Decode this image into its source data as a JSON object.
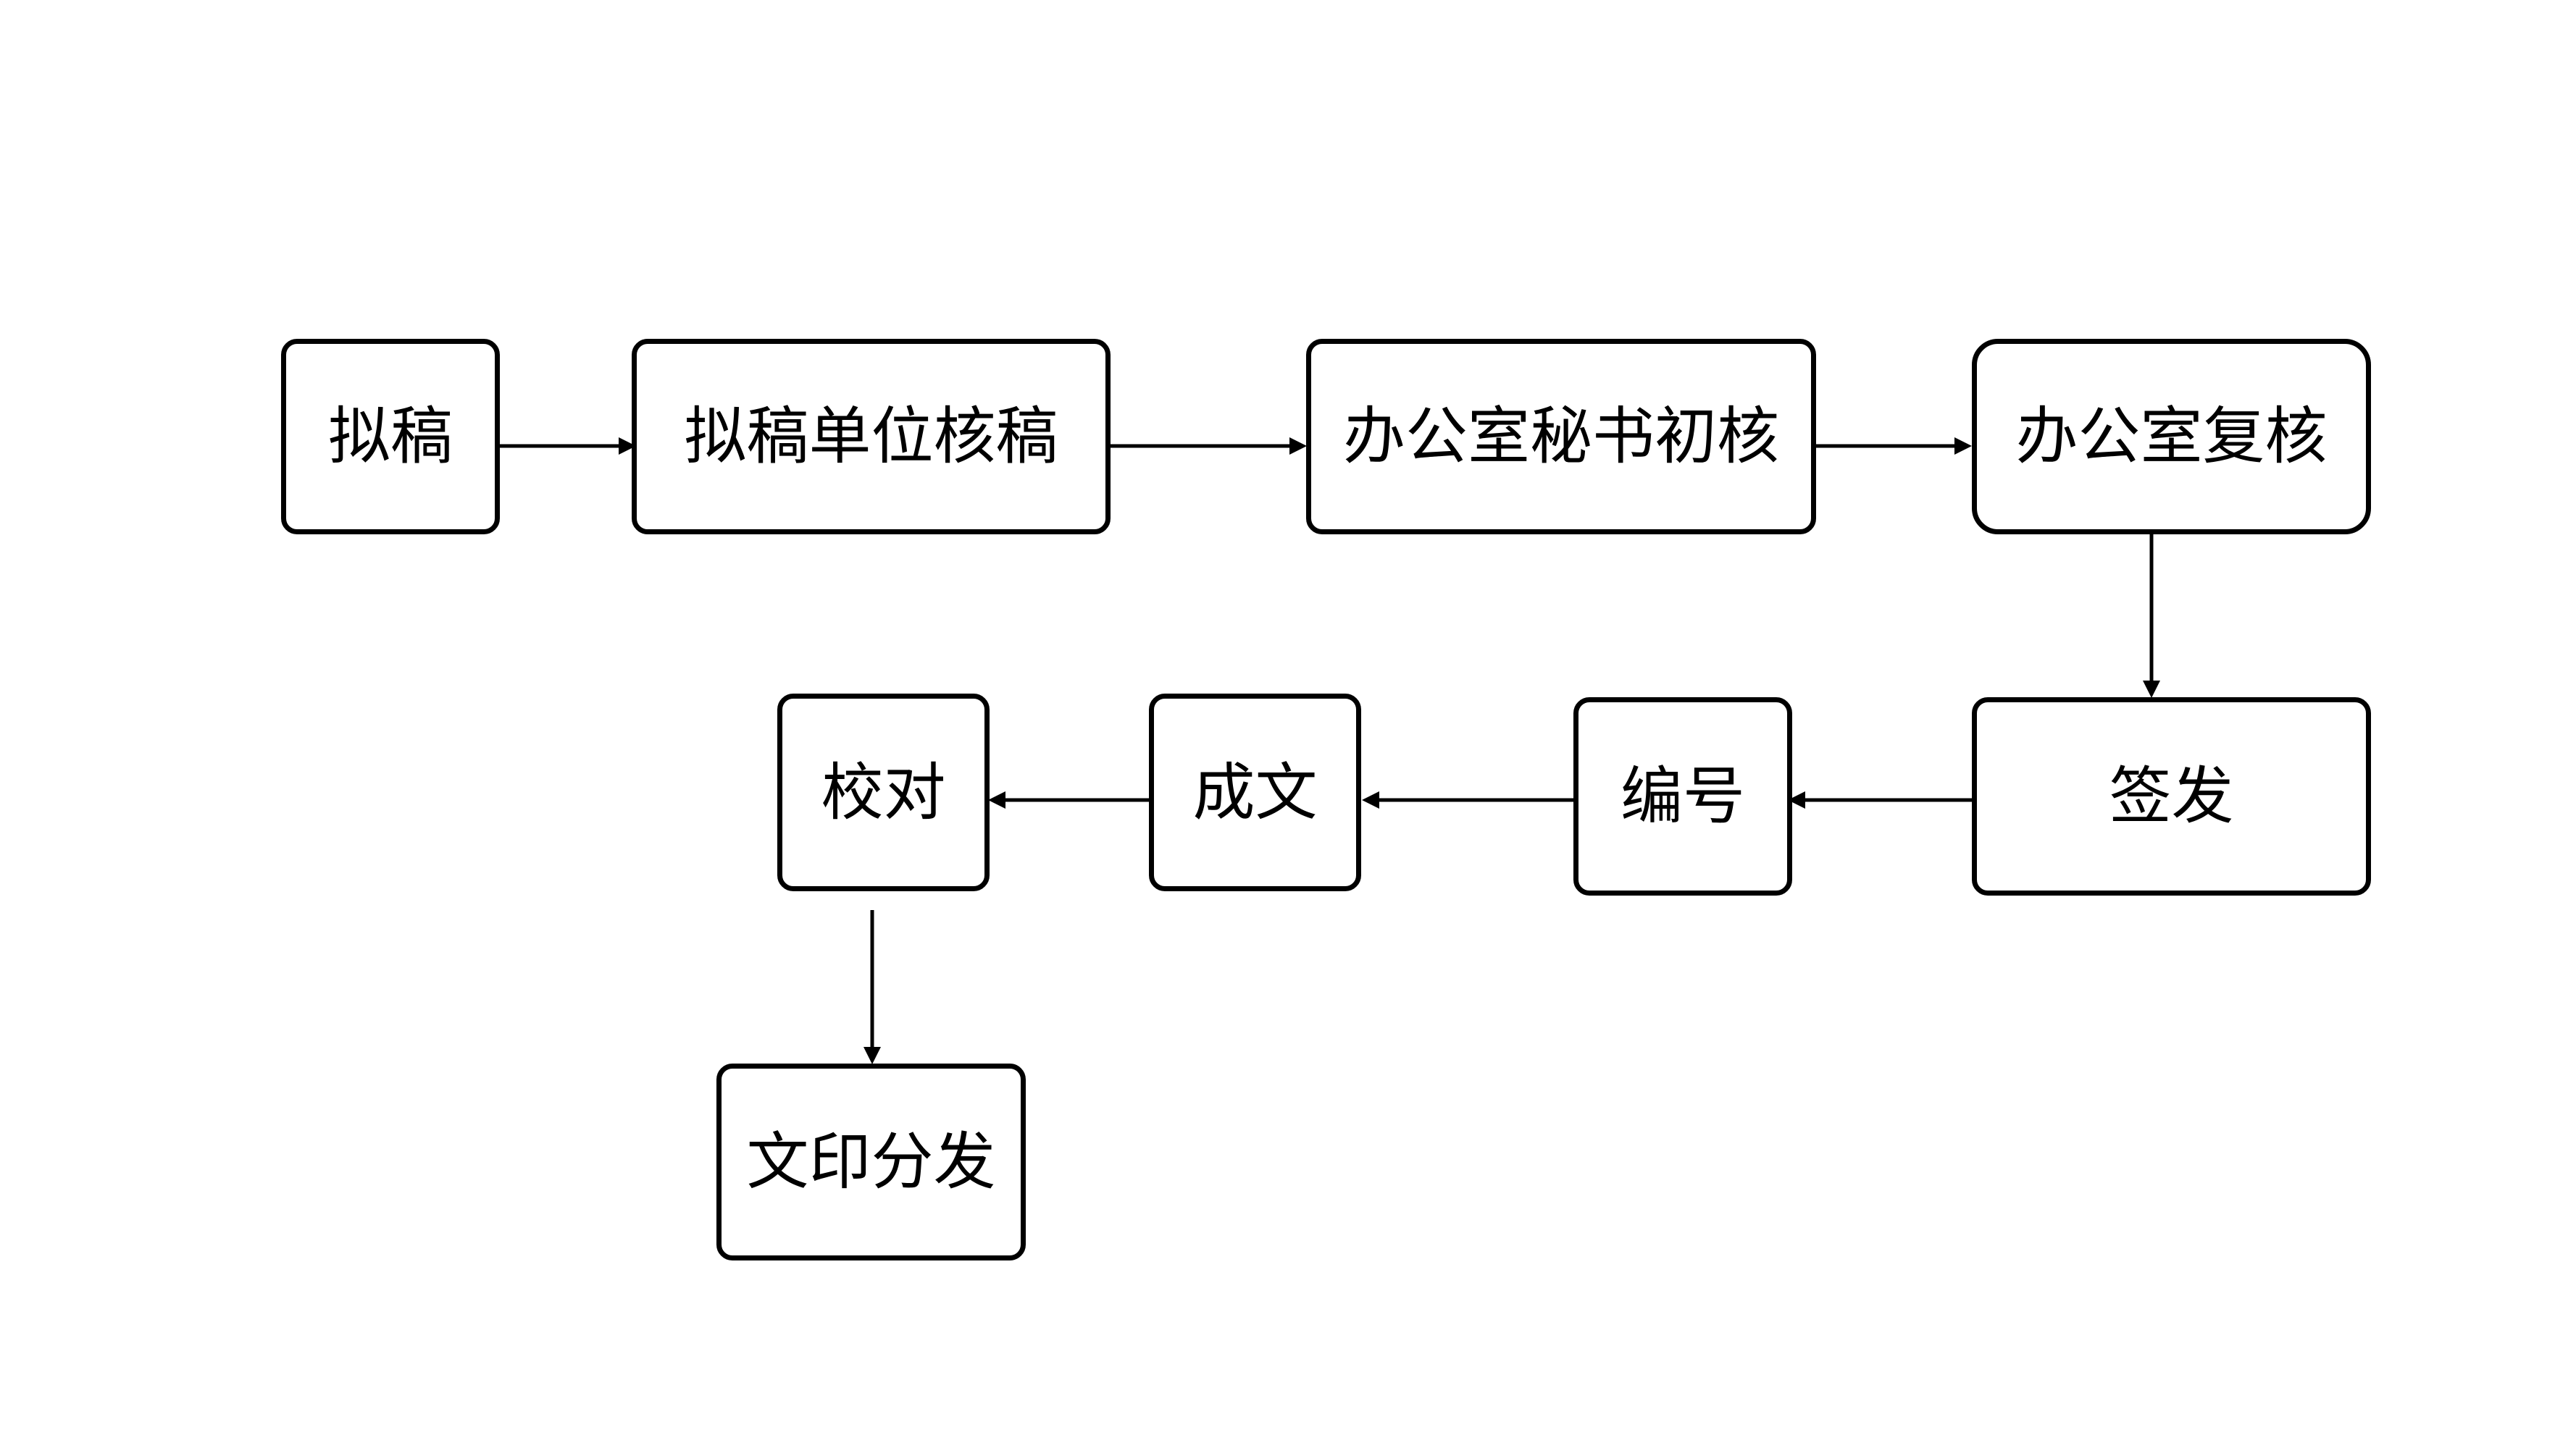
{
  "diagram": {
    "nodes": [
      {
        "id": "draft",
        "label": "拟稿"
      },
      {
        "id": "unit_review",
        "label": "拟稿单位核稿"
      },
      {
        "id": "secretary_review",
        "label": "办公室秘书初核"
      },
      {
        "id": "office_recheck",
        "label": "办公室复核"
      },
      {
        "id": "sign_issue",
        "label": "签发"
      },
      {
        "id": "numbering",
        "label": "编号"
      },
      {
        "id": "finalize",
        "label": "成文"
      },
      {
        "id": "proofread",
        "label": "校对"
      },
      {
        "id": "print_distribute",
        "label": "文印分发"
      }
    ],
    "edges": [
      {
        "from": "draft",
        "to": "unit_review"
      },
      {
        "from": "unit_review",
        "to": "secretary_review"
      },
      {
        "from": "secretary_review",
        "to": "office_recheck"
      },
      {
        "from": "office_recheck",
        "to": "sign_issue"
      },
      {
        "from": "sign_issue",
        "to": "numbering"
      },
      {
        "from": "numbering",
        "to": "finalize"
      },
      {
        "from": "finalize",
        "to": "proofread"
      },
      {
        "from": "proofread",
        "to": "print_distribute"
      }
    ],
    "colors": {
      "stroke": "#000000",
      "fill": "#ffffff",
      "text": "#000000"
    }
  }
}
